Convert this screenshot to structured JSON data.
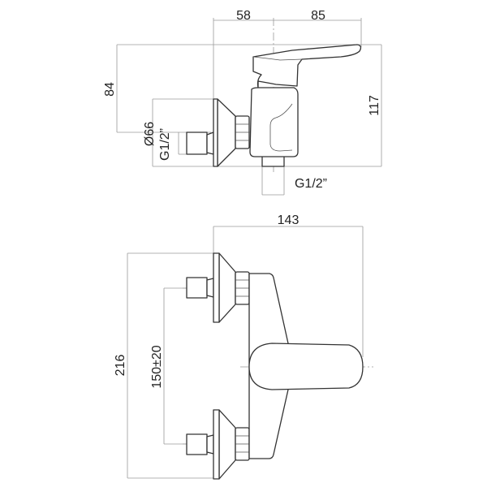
{
  "side_view": {
    "dim_width_left": "58",
    "dim_width_right": "85",
    "dim_height_lever": "84",
    "dim_height_total": "117",
    "dim_flange_diameter": "Ø66",
    "dim_inlet_thread": "G1/2”",
    "dim_outlet_thread": "G1/2”"
  },
  "front_view": {
    "dim_depth": "143",
    "dim_total_height": "216",
    "dim_inlet_spacing": "150±20"
  }
}
